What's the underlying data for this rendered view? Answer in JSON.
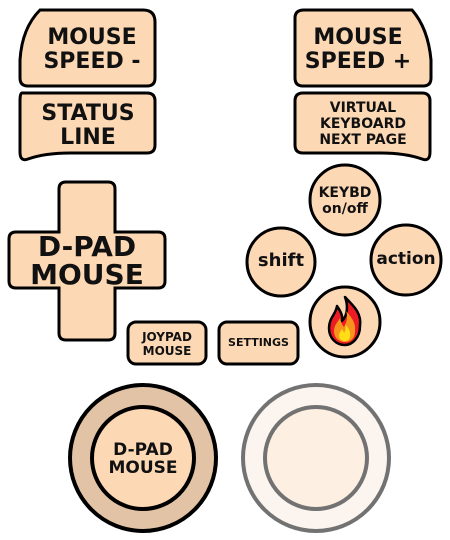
{
  "colors": {
    "button_fill": "#fdd8b5",
    "outline": "#000000",
    "stick_ring": "#e2c3a5",
    "fire_orange": "#f7941d",
    "fire_yellow": "#ffde17",
    "fire_red": "#ed1c24"
  },
  "buttons": {
    "mouse_speed_minus": "MOUSE\nSPEED -",
    "mouse_speed_plus": "MOUSE\nSPEED +",
    "status_line": "STATUS\nLINE",
    "virtual_keyboard_next_page": "VIRTUAL\nKEYBOARD\nNEXT PAGE",
    "keybd_on_off": "KEYBD\non/off",
    "shift": "shift",
    "action": "action",
    "fire_icon": "fire-icon",
    "dpad_mouse": "D-PAD\nMOUSE",
    "joypad_mouse": "JOYPAD\nMOUSE",
    "settings": "SETTINGS",
    "left_stick": "D-PAD\nMOUSE"
  }
}
